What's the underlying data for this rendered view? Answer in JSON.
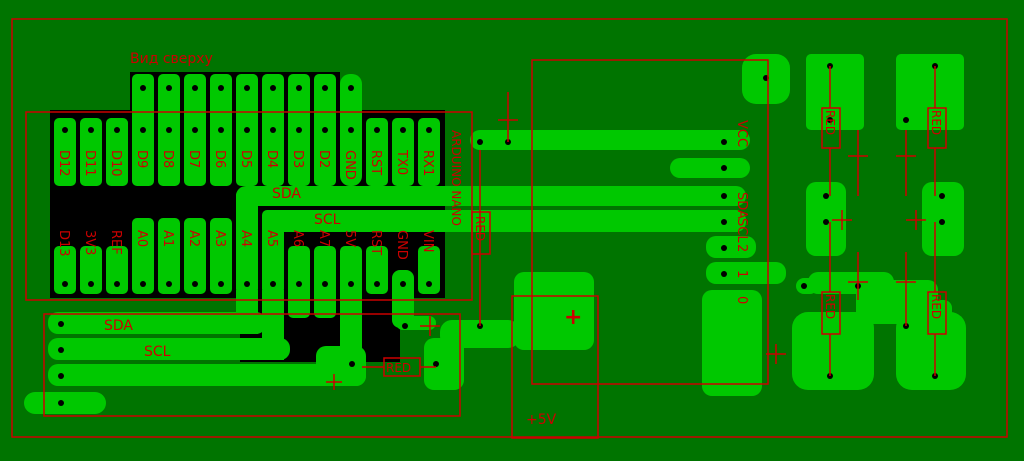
{
  "title": "Вид сверху",
  "board_label": "ARDUINO NANO",
  "supply_label": "+5V",
  "plus_mark": "+",
  "resistor_label": "RED",
  "pins_top": [
    "RX1",
    "TX0",
    "RST",
    "GND",
    "D2",
    "D3",
    "D4",
    "D5",
    "D6",
    "D7",
    "D8",
    "D9",
    "D10",
    "D11",
    "D12"
  ],
  "pins_bottom": [
    "VIN",
    "GND",
    "RST",
    "5V",
    "A7",
    "A6",
    "A5",
    "A4",
    "A3",
    "A2",
    "A1",
    "A0",
    "REF",
    "3V3",
    "D13"
  ],
  "module_pins": [
    "VCC",
    "SDA",
    "SCL",
    "2",
    "1",
    "0"
  ],
  "trace_labels": {
    "sda": "SDA",
    "scl": "SCL"
  },
  "colors": {
    "board": "#007400",
    "copper": "#00c800",
    "outline": "#cc0000",
    "pad_ring": "#000000",
    "silk": "#cc0000"
  }
}
